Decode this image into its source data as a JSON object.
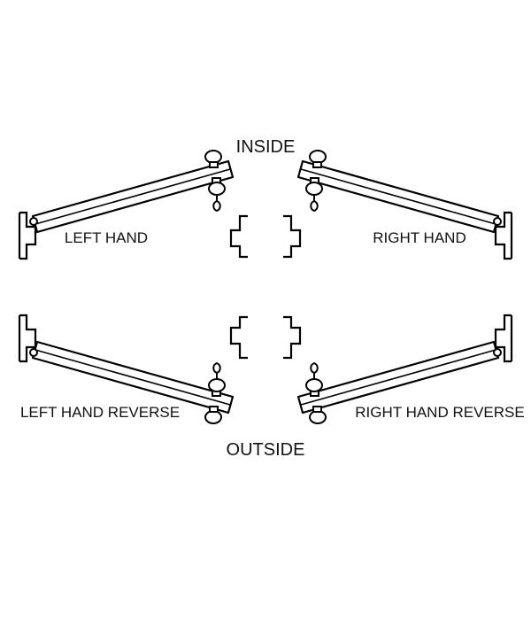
{
  "labels": {
    "inside": "INSIDE",
    "outside": "OUTSIDE",
    "left_hand": "LEFT HAND",
    "right_hand": "RIGHT HAND",
    "left_hand_reverse": "LEFT HAND REVERSE",
    "right_hand_reverse": "RIGHT HAND REVERSE"
  }
}
